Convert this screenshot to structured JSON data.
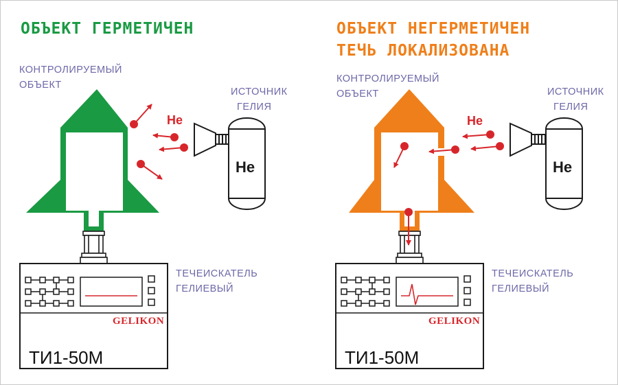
{
  "colors": {
    "sealed": "#1a9a43",
    "leaking": "#ef7f1a",
    "helium_red": "#d7262b",
    "label_purple": "#6d68a8",
    "outline": "#1b1b1b"
  },
  "left_panel": {
    "title": "ОБЪЕКТ ГЕРМЕТИЧЕН",
    "object_label_line1": "КОНТРОЛИРУЕМЫЙ",
    "object_label_line2": "ОБЪЕКТ",
    "source_label_line1": "ИСТОЧНИК",
    "source_label_line2": "ГЕЛИЯ",
    "tank_text": "He",
    "gas_label": "He",
    "detector_label_line1": "ТЕЧЕИСКАТЕЛЬ",
    "detector_label_line2": "ГЕЛИЕВЫЙ",
    "brand": "GELIKON",
    "model": "ТИ1-50М",
    "screen_signal": "flat"
  },
  "right_panel": {
    "title_line1": "ОБЪЕКТ НЕГЕРМЕТИЧЕН",
    "title_line2": "ТЕЧЬ ЛОКАЛИЗОВАНА",
    "object_label_line1": "КОНТРОЛИРУЕМЫЙ",
    "object_label_line2": "ОБЪЕКТ",
    "source_label_line1": "ИСТОЧНИК",
    "source_label_line2": "ГЕЛИЯ",
    "tank_text": "He",
    "gas_label": "He",
    "detector_label_line1": "ТЕЧЕИСКАТЕЛЬ",
    "detector_label_line2": "ГЕЛИЕВЫЙ",
    "brand": "GELIKON",
    "model": "ТИ1-50М",
    "screen_signal": "spike"
  }
}
